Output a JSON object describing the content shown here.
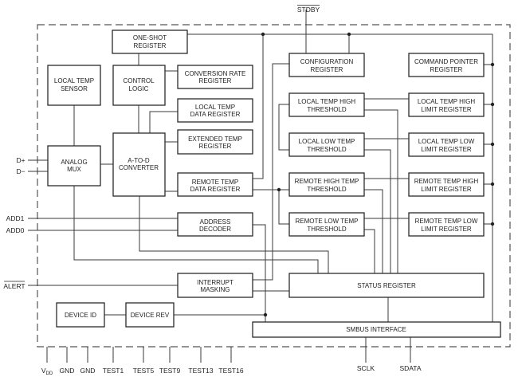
{
  "blocks": {
    "one_shot": [
      "ONE-SHOT",
      "REGISTER"
    ],
    "local_temp_sensor": [
      "LOCAL TEMP",
      "SENSOR"
    ],
    "control_logic": [
      "CONTROL",
      "LOGIC"
    ],
    "conversion_rate": [
      "CONVERSION RATE",
      "REGISTER"
    ],
    "local_temp_data": [
      "LOCAL TEMP",
      "DATA REGISTER"
    ],
    "extended_temp": [
      "EXTENDED TEMP",
      "REGISTER"
    ],
    "analog_mux": [
      "ANALOG",
      "MUX"
    ],
    "atod": [
      "A-TO-D",
      "CONVERTER"
    ],
    "remote_temp_data": [
      "REMOTE TEMP",
      "DATA REGISTER"
    ],
    "address_decoder": [
      "ADDRESS",
      "DECODER"
    ],
    "interrupt_masking": [
      "INTERRUPT",
      "MASKING"
    ],
    "device_id": [
      "DEVICE ID"
    ],
    "device_rev": [
      "DEVICE REV"
    ],
    "configuration": [
      "CONFIGURATION",
      "REGISTER"
    ],
    "command_pointer": [
      "COMMAND POINTER",
      "REGISTER"
    ],
    "local_high_threshold": [
      "LOCAL TEMP HIGH",
      "THRESHOLD"
    ],
    "local_low_threshold": [
      "LOCAL LOW TEMP",
      "THRESHOLD"
    ],
    "remote_high_threshold": [
      "REMOTE HIGH TEMP",
      "THRESHOLD"
    ],
    "remote_low_threshold": [
      "REMOTE LOW TEMP",
      "THRESHOLD"
    ],
    "local_high_limit": [
      "LOCAL TEMP HIGH",
      "LIMIT REGISTER"
    ],
    "local_low_limit": [
      "LOCAL TEMP LOW",
      "LIMIT REGISTER"
    ],
    "remote_high_limit": [
      "REMOTE TEMP HIGH",
      "LIMIT REGISTER"
    ],
    "remote_low_limit": [
      "REMOTE TEMP LOW",
      "LIMIT REGISTER"
    ],
    "status": [
      "STATUS REGISTER"
    ],
    "smbus": [
      "SMBUS INTERFACE"
    ]
  },
  "pins": {
    "stdby": "STDBY",
    "d_plus": "D+",
    "d_minus": "D−",
    "add1": "ADD1",
    "add0": "ADD0",
    "alert": "ALERT",
    "vdd": "V",
    "vdd_sub": "DD",
    "gnd1": "GND",
    "gnd2": "GND",
    "test1": "TEST1",
    "test5": "TEST5",
    "test9": "TEST9",
    "test13": "TEST13",
    "test16": "TEST16",
    "sclk": "SCLK",
    "sdata": "SDATA"
  }
}
